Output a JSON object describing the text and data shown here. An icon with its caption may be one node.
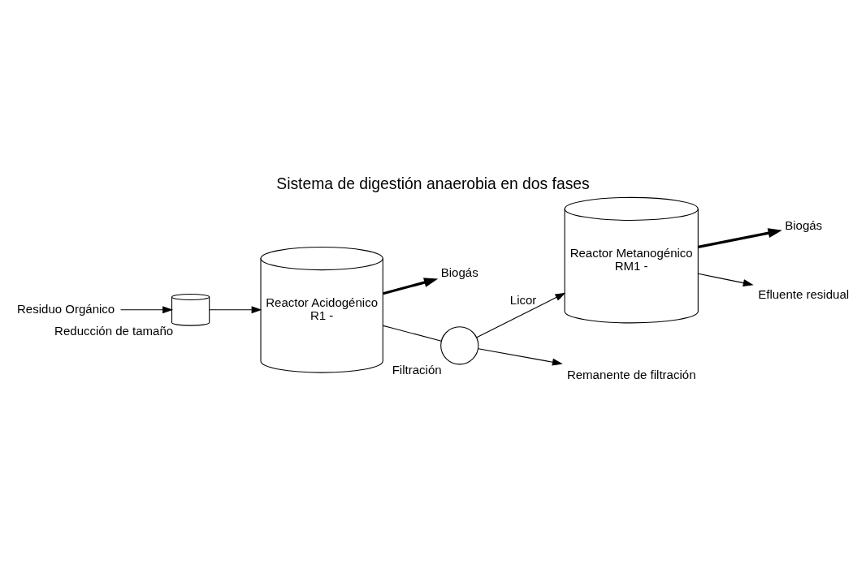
{
  "diagram": {
    "title": "Sistema de digestión anaerobia en dos fases",
    "nodes": [
      {
        "text": [
          "Residuo Orgánico"
        ]
      },
      {
        "text": [],
        "shape": "cylinder",
        "beside": [
          "Reducción de tamaño"
        ]
      },
      {
        "text": [
          "Reactor Acidogénico",
          "R1 -"
        ]
      },
      {
        "text": [
          "Biogás"
        ]
      },
      {
        "text": [],
        "shape": "circle",
        "beside": [
          "Filtración"
        ]
      },
      {
        "text": [
          "Reactor Metanogénico",
          "RM1 -"
        ]
      },
      {
        "text": [
          "Biogás"
        ]
      },
      {
        "text": [
          "Efluente residual"
        ]
      },
      {
        "text": [
          "Remanente de filtración"
        ]
      }
    ],
    "edges": [
      {
        "from": 0,
        "to": 1,
        "arrow": "to"
      },
      {
        "from": 1,
        "to": 2,
        "arrow": "to"
      },
      {
        "from": 2,
        "to": 3,
        "arrow": "to",
        "style": "thick"
      },
      {
        "from": 2,
        "to": 4,
        "arrow": "none"
      },
      {
        "from": 4,
        "to": 5,
        "arrow": "to",
        "label": "Licor"
      },
      {
        "from": 4,
        "to": 8,
        "arrow": "to"
      },
      {
        "from": 5,
        "to": 6,
        "arrow": "to",
        "style": "thick"
      },
      {
        "from": 5,
        "to": 7,
        "arrow": "to"
      }
    ]
  }
}
